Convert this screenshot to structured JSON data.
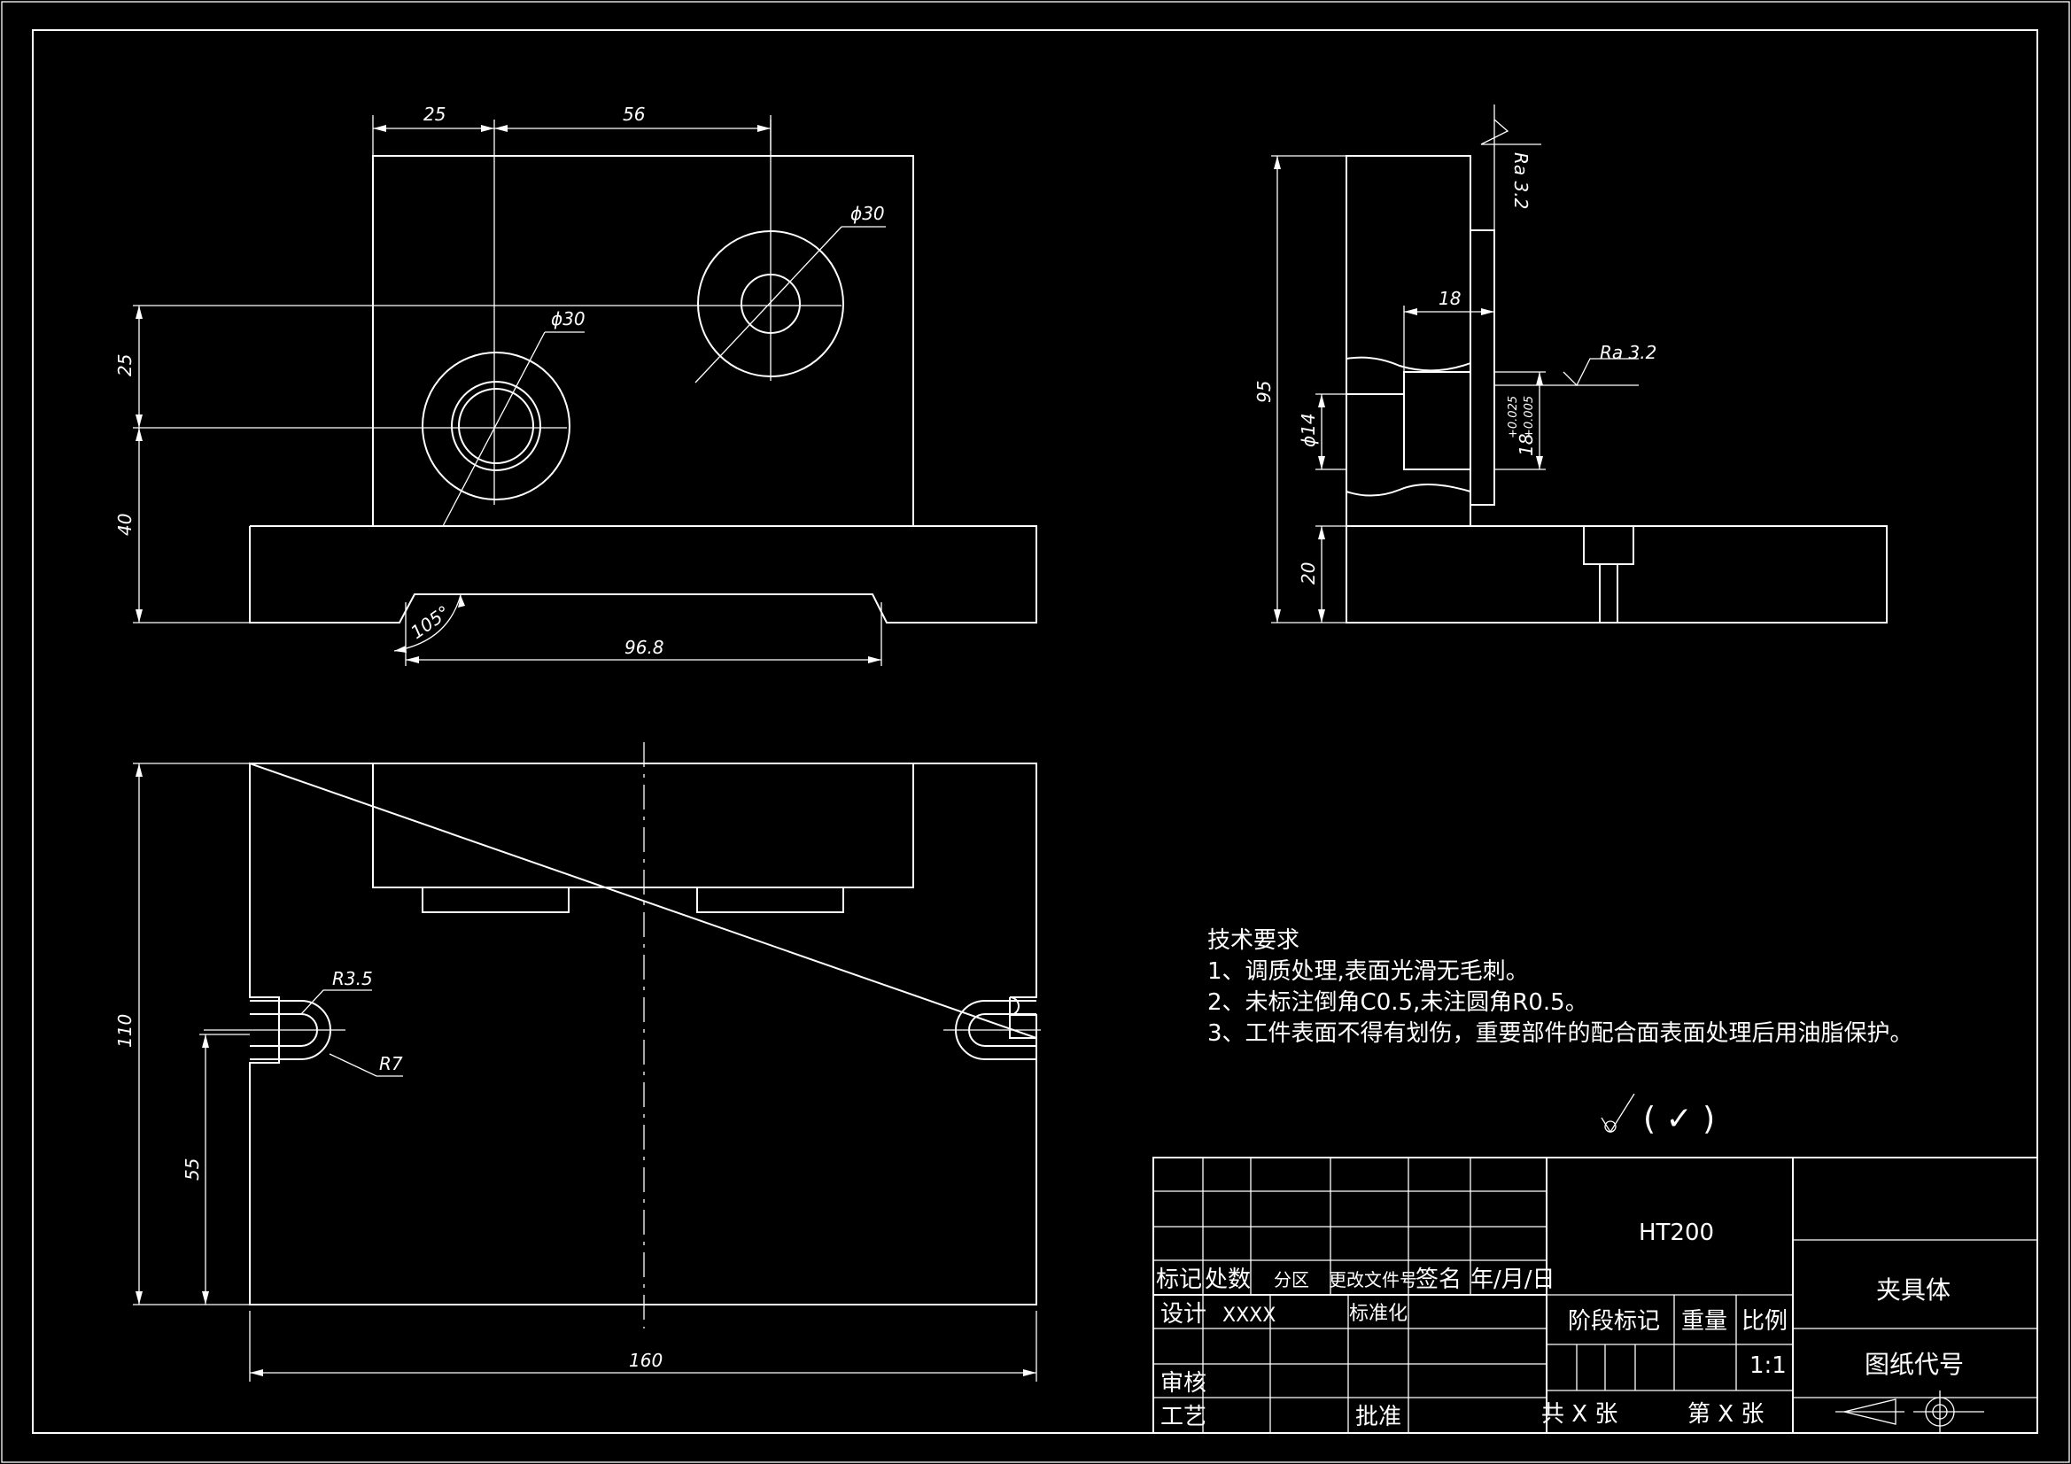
{
  "dimensions": {
    "d25_top": "25",
    "d56": "56",
    "phi30_right": "ϕ30",
    "phi30_left": "ϕ30",
    "d25_left": "25",
    "d40": "40",
    "angle105": "105°",
    "d96_8": "96.8",
    "r3_5": "R3.5",
    "r7": "R7",
    "d110": "110",
    "d55": "55",
    "d160": "160",
    "d95": "95",
    "d20": "20",
    "d18": "18",
    "phi14": "ϕ14",
    "tol": "18",
    "tol_upper": "+0.025",
    "tol_lower": "+0.005",
    "ra_top": "Ra 3.2",
    "ra_mid": "Ra 3.2"
  },
  "notes": {
    "title": "技术要求",
    "items": [
      "1、调质处理,表面光滑无毛刺。",
      "2、未标注倒角C0.5,未注圆角R0.5。",
      "3、工件表面不得有划伤，重要部件的配合面表面处理后用油脂保护。"
    ],
    "roughness_symbol": "( ✓ )"
  },
  "title_block": {
    "h_mark": "标记",
    "h_count": "处数",
    "h_zone": "分区",
    "h_doc": "更改文件号",
    "h_sign": "签名",
    "h_date": "年/月/日",
    "design": "设计",
    "designer": "XXXX",
    "standard": "标准化",
    "review": "审核",
    "process": "工艺",
    "approve": "批准",
    "material": "HT200",
    "stage": "阶段标记",
    "weight": "重量",
    "scale_label": "比例",
    "scale": "1:1",
    "part_name": "夹具体",
    "drawing_no": "图纸代号",
    "total_sheets": "共  X  张",
    "sheet_no": "第  X  张"
  }
}
